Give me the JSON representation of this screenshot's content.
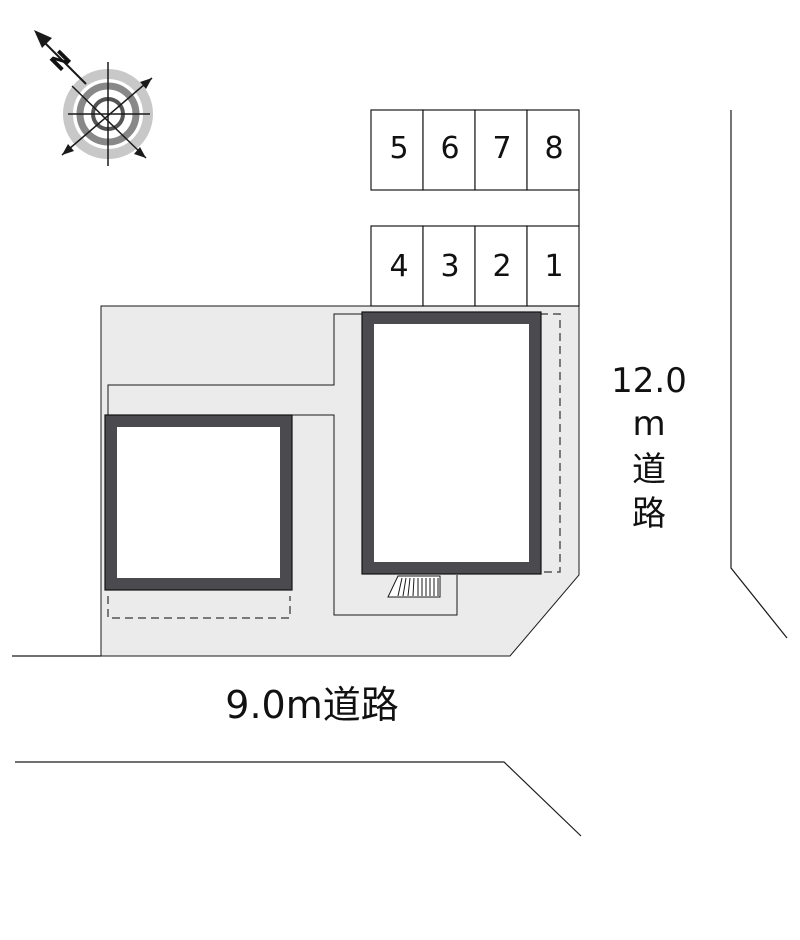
{
  "compass": {
    "north_label": "N",
    "icon": "compass-rose-icon"
  },
  "parking": {
    "top_row": [
      "5",
      "6",
      "7",
      "8"
    ],
    "bottom_row": [
      "4",
      "3",
      "2",
      "1"
    ]
  },
  "roads": {
    "bottom": "9.0m道路",
    "right": {
      "width": "12.0",
      "unit": "m",
      "char1": "道",
      "char2": "路"
    }
  },
  "colors": {
    "lot_fill": "#ebebeb",
    "building_outline": "#4b4b4f",
    "line": "#1a1a1a"
  }
}
